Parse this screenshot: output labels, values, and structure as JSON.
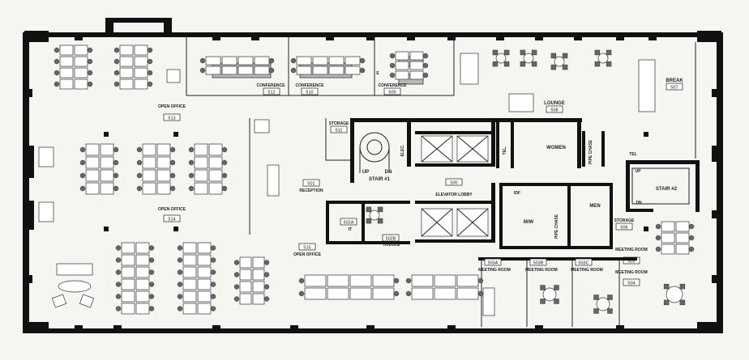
{
  "rooms": {
    "conference_512": {
      "name": "CONFERENCE",
      "number": "512"
    },
    "conference_510": {
      "name": "CONFERENCE",
      "number": "510"
    },
    "conference_509": {
      "name": "CONFERENCE",
      "number": "509"
    },
    "break_507": {
      "name": "BREAK",
      "number": "507"
    },
    "lounge_508": {
      "name": "LOUNGE",
      "number": "508"
    },
    "open_office_513": {
      "name": "OPEN OFFICE",
      "number": "513"
    },
    "open_office_514": {
      "name": "OPEN OFFICE",
      "number": "514"
    },
    "open_office_515": {
      "name": "OPEN OFFICE",
      "number": "515"
    },
    "storage_511": {
      "name": "STORAGE",
      "number": "511"
    },
    "reception_501": {
      "name": "RECEPTION",
      "number": "501"
    },
    "elevator_lobby_500": {
      "name": "ELEVATOR LOBBY",
      "number": "500"
    },
    "it_502a": {
      "name": "IT",
      "number": "502A"
    },
    "huddle_502b": {
      "name": "HUDDLE",
      "number": "502B"
    },
    "storage_506": {
      "name": "STORAGE",
      "number": "506"
    },
    "meeting_505": {
      "name": "MEETING ROOM",
      "number": "505"
    },
    "meeting_504": {
      "name": "MEETING ROOM",
      "number": "504"
    },
    "meeting_503a": {
      "name": "MEETING ROOM",
      "number": "503A"
    },
    "meeting_503b": {
      "name": "MEETING ROOM",
      "number": "503B"
    },
    "meeting_503c": {
      "name": "MEETING ROOM",
      "number": "503C"
    }
  },
  "labels": {
    "stair_1": "STAIR #1",
    "stair_2": "STAIR #2",
    "up": "UP",
    "dn": "DN",
    "elec": "ELEC.",
    "tel": "TEL.",
    "women": "WOMEN",
    "men": "MEN",
    "mw": "M/W",
    "pipe_chase": "PIPE CHASE",
    "pipe_chase_2": "PIPE CHASE",
    "idf": "IDF",
    "tel_tag": "TEL",
    "e": "E"
  }
}
